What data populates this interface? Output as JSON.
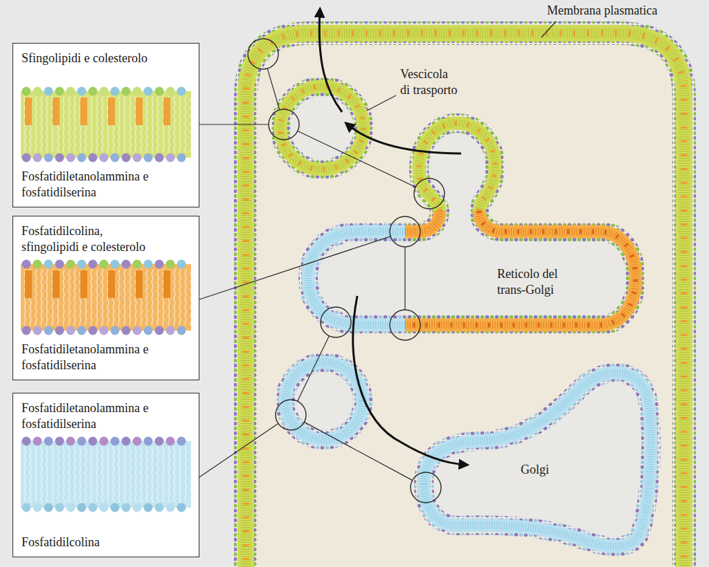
{
  "diagram": {
    "nodes": [
      {
        "text": [
          "Sfingolipidi e colesterolo",
          "Fosfatidiletanolammina e fosfatidilserina"
        ]
      },
      {
        "text": [
          "Fosfatidilcolina, sfingolipidi e colesterolo",
          "Fosfatidiletanolammina e fosfatidilserina"
        ]
      },
      {
        "text": [
          "Fosfatidiletanolammina e fosfatidilserina",
          "Fosfatidilcolina"
        ]
      }
    ],
    "labels": [
      "Membrana plasmatica",
      "Vescicola di trasporto",
      "Reticolo del trans-Golgi",
      "Golgi"
    ]
  }
}
